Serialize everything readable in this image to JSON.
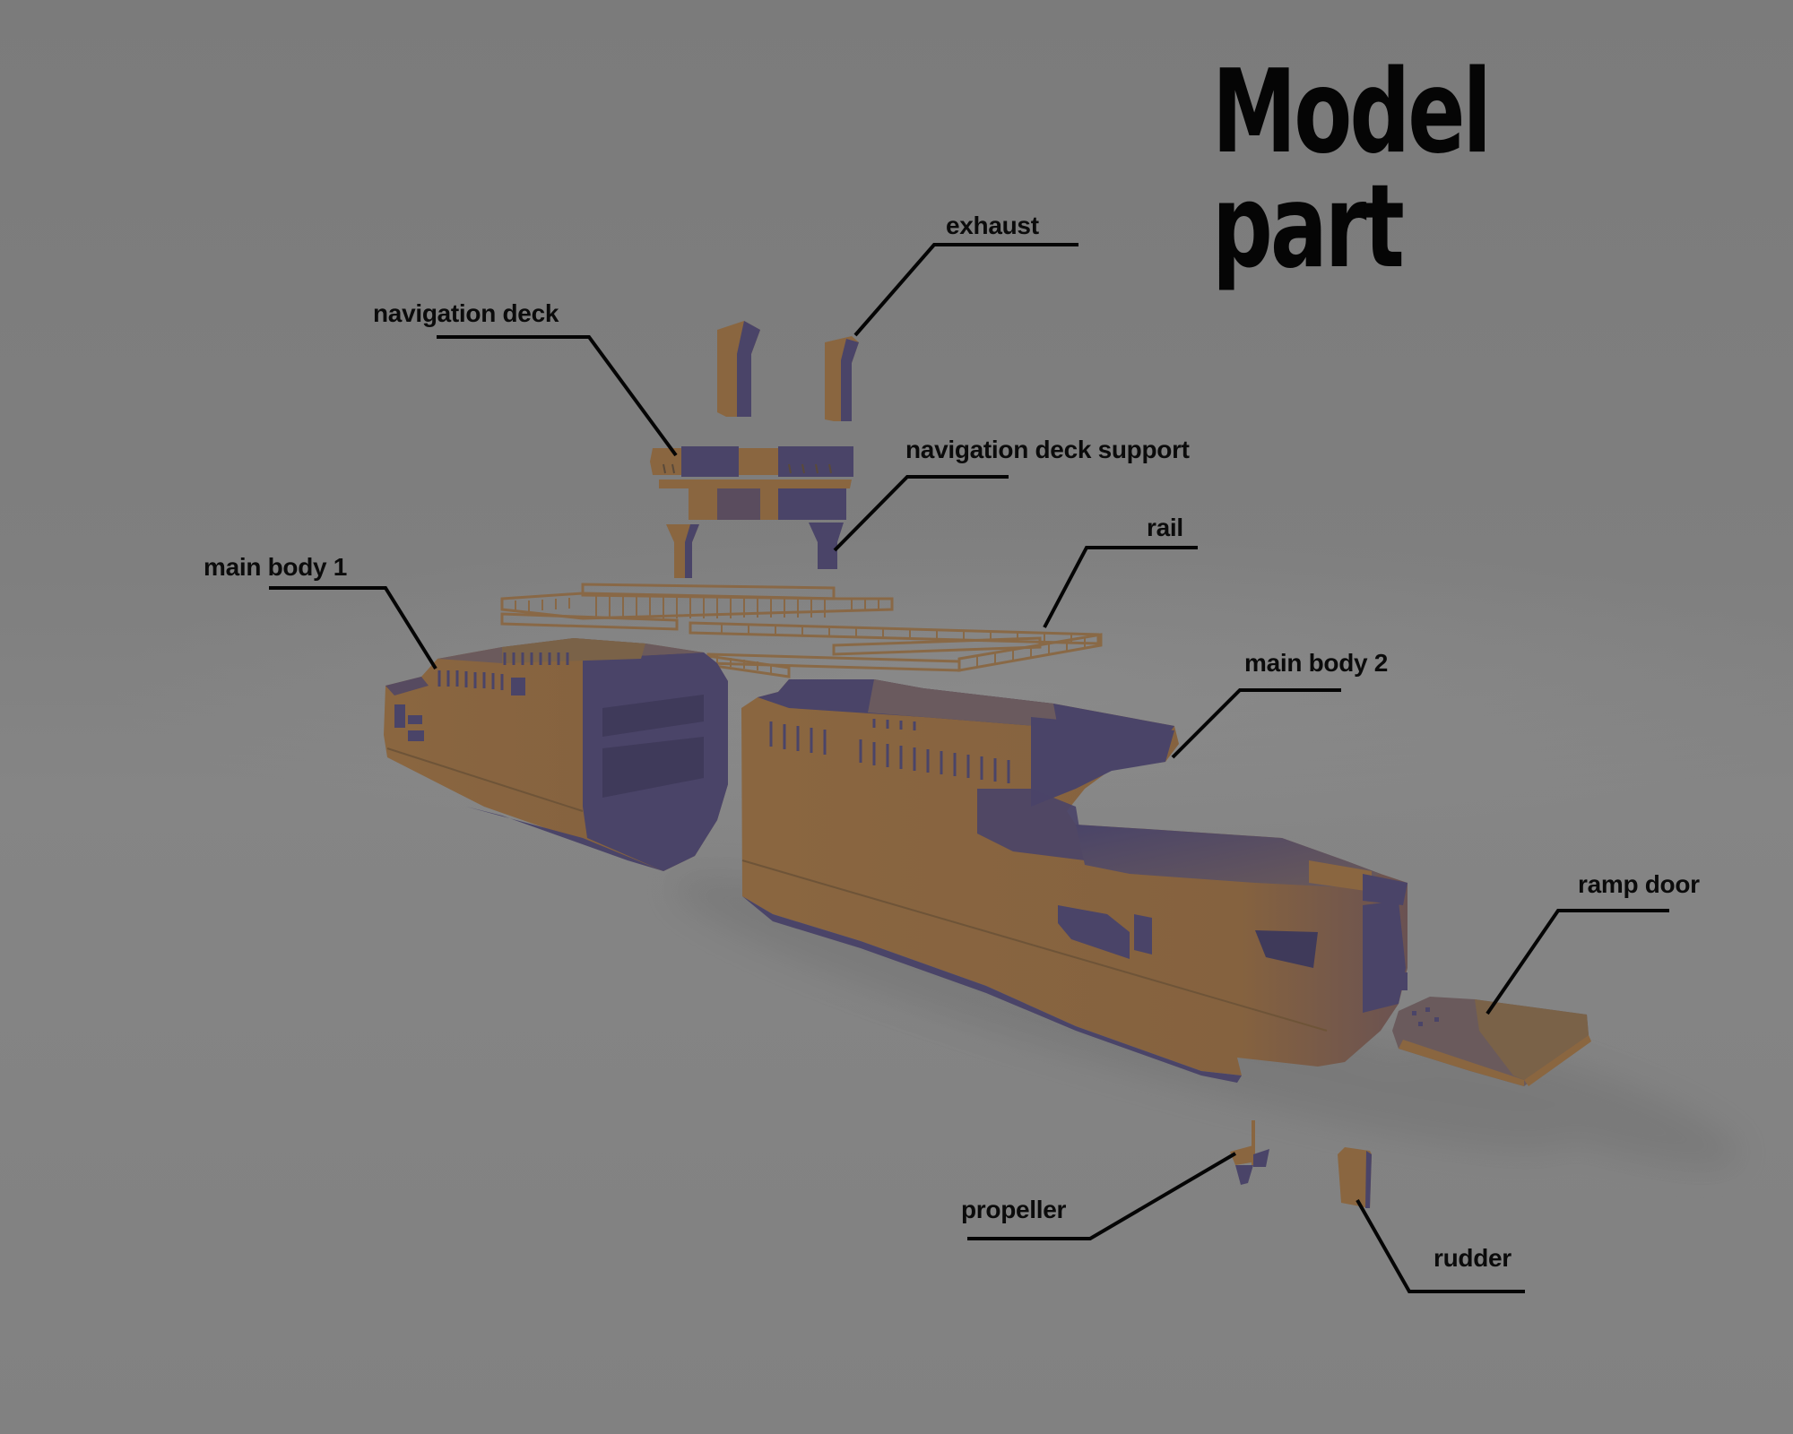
{
  "title": "Model part",
  "colors": {
    "background": "#7f7f7f",
    "part_tan": "#8a6640",
    "part_purple": "#4a4468",
    "label_text": "#0b0b0b",
    "leader_line": "#050505"
  },
  "labels": {
    "exhaust": "exhaust",
    "navigation_deck": "navigation deck",
    "navigation_deck_support": "navigation deck support",
    "rail": "rail",
    "main_body_1": "main body 1",
    "main_body_2": "main body 2",
    "ramp_door": "ramp door",
    "propeller": "propeller",
    "rudder": "rudder"
  },
  "parts": [
    {
      "id": "exhaust",
      "label": "exhaust"
    },
    {
      "id": "navigation-deck",
      "label": "navigation deck"
    },
    {
      "id": "navigation-deck-support",
      "label": "navigation deck support"
    },
    {
      "id": "rail",
      "label": "rail"
    },
    {
      "id": "main-body-1",
      "label": "main body 1"
    },
    {
      "id": "main-body-2",
      "label": "main body 2"
    },
    {
      "id": "ramp-door",
      "label": "ramp door"
    },
    {
      "id": "propeller",
      "label": "propeller"
    },
    {
      "id": "rudder",
      "label": "rudder"
    }
  ]
}
